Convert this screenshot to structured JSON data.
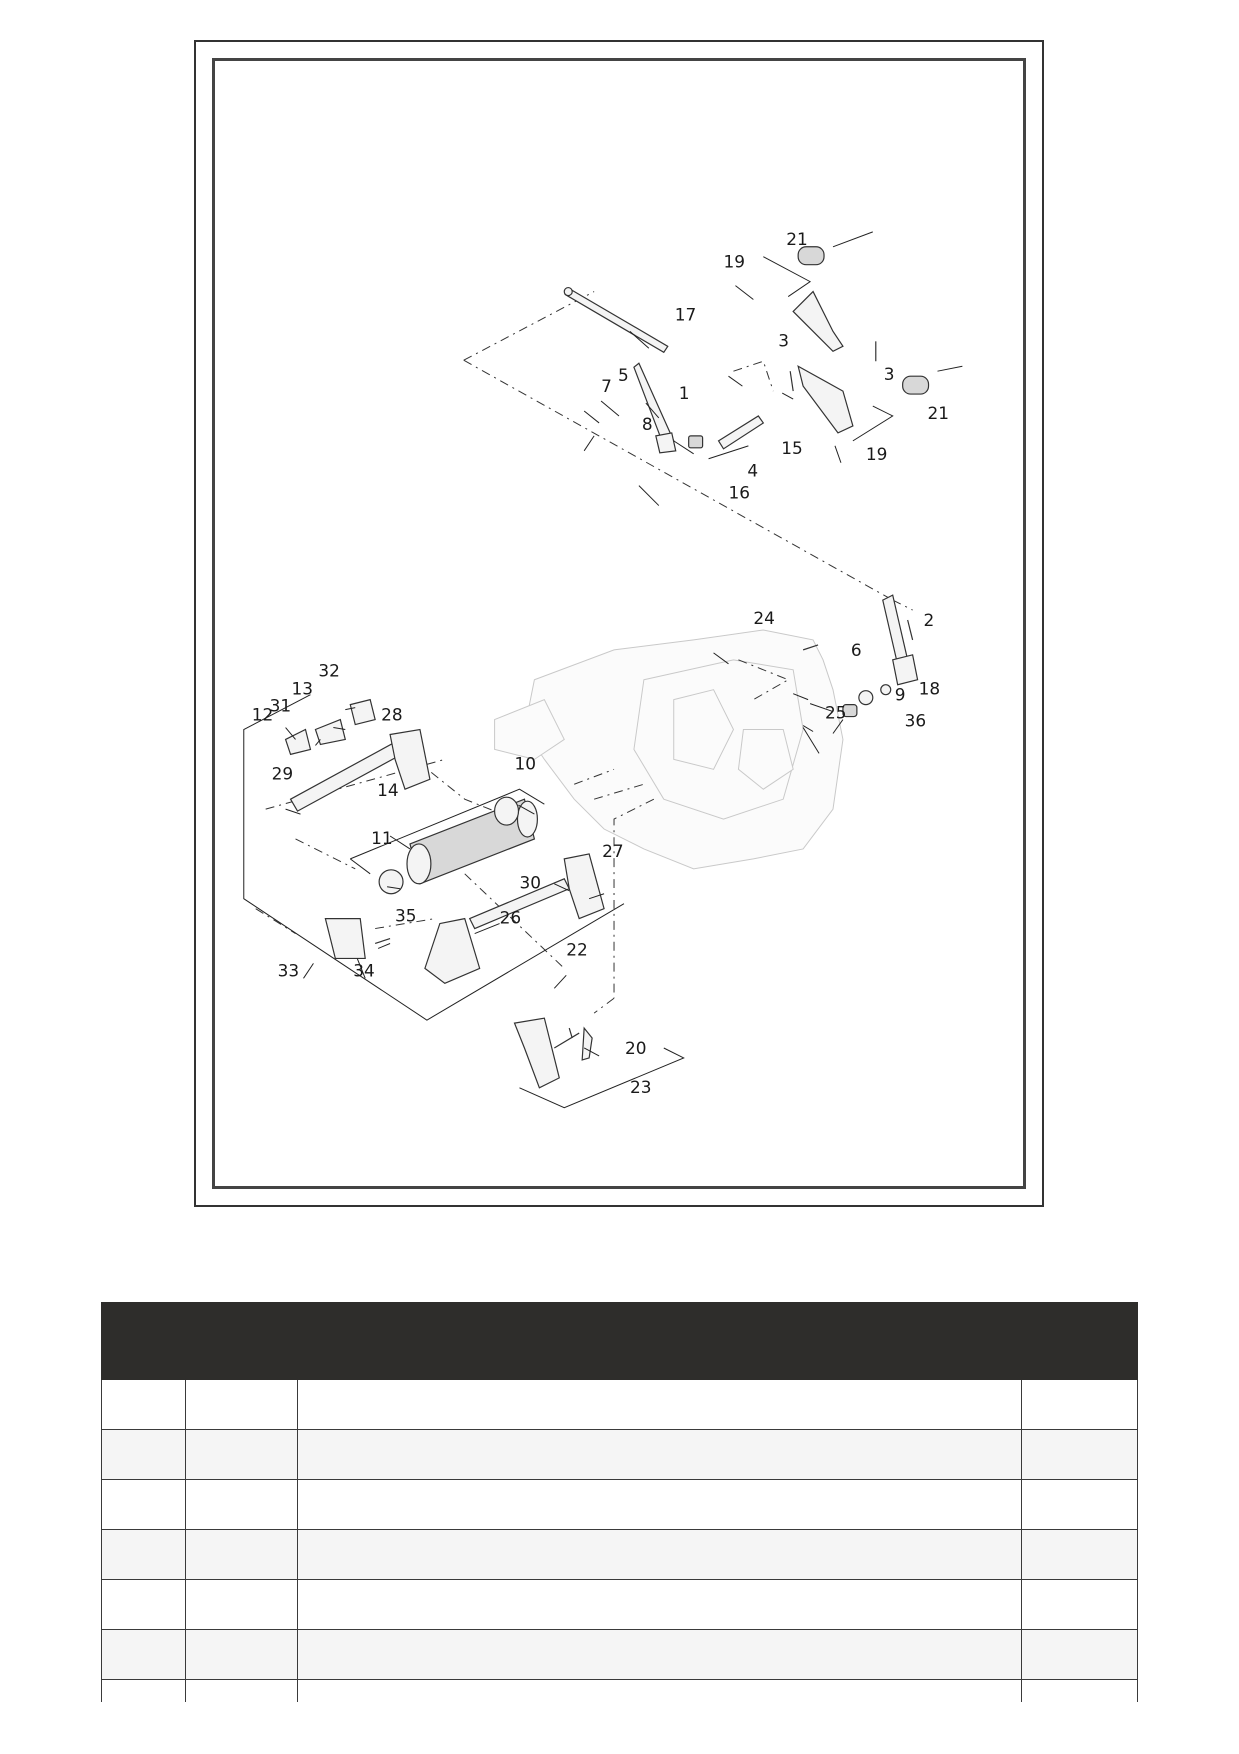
{
  "diagram": {
    "callouts": [
      "1",
      "2",
      "3",
      "3",
      "4",
      "5",
      "6",
      "7",
      "8",
      "9",
      "10",
      "11",
      "12",
      "13",
      "14",
      "15",
      "16",
      "17",
      "18",
      "19",
      "19",
      "20",
      "21",
      "21",
      "22",
      "23",
      "24",
      "25",
      "26",
      "27",
      "28",
      "29",
      "30",
      "31",
      "32",
      "33",
      "34",
      "35",
      "36"
    ]
  },
  "table": {
    "headers": [
      "",
      "",
      "",
      ""
    ],
    "rows": [
      [
        "",
        "",
        "",
        ""
      ],
      [
        "",
        "",
        "",
        ""
      ],
      [
        "",
        "",
        "",
        ""
      ],
      [
        "",
        "",
        "",
        ""
      ],
      [
        "",
        "",
        "",
        ""
      ],
      [
        "",
        "",
        "",
        ""
      ],
      [
        "",
        "",
        "",
        ""
      ]
    ]
  },
  "colors": {
    "header_bg": "#2e2d2b",
    "row_alt_bg": "#f5f5f5",
    "line": "#333333"
  }
}
